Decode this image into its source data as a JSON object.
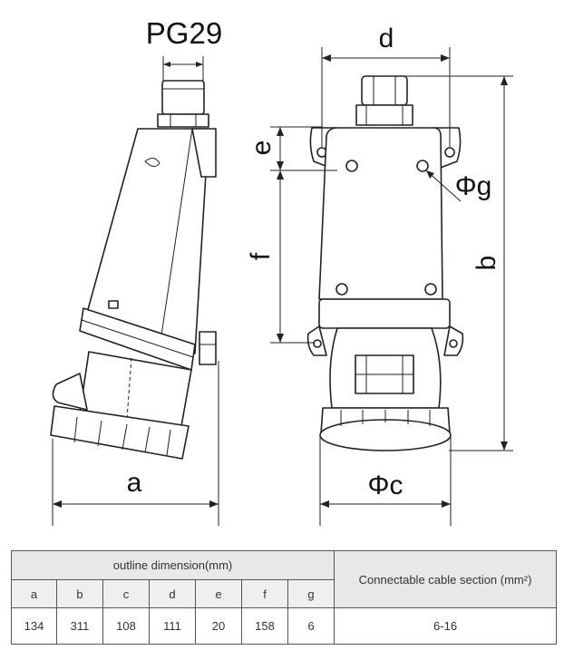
{
  "labels": {
    "pg": "PG29",
    "a": "a",
    "b": "b",
    "c": "Φc",
    "d": "d",
    "e": "e",
    "f": "f",
    "g": "Φg"
  },
  "table": {
    "group_header": "outline dimension(mm)",
    "cable_header": "Connectable cable section (mm²)",
    "columns": [
      "a",
      "b",
      "c",
      "d",
      "e",
      "f",
      "g"
    ],
    "values": [
      "134",
      "311",
      "108",
      "111",
      "20",
      "158",
      "6"
    ],
    "cable_value": "6-16"
  }
}
